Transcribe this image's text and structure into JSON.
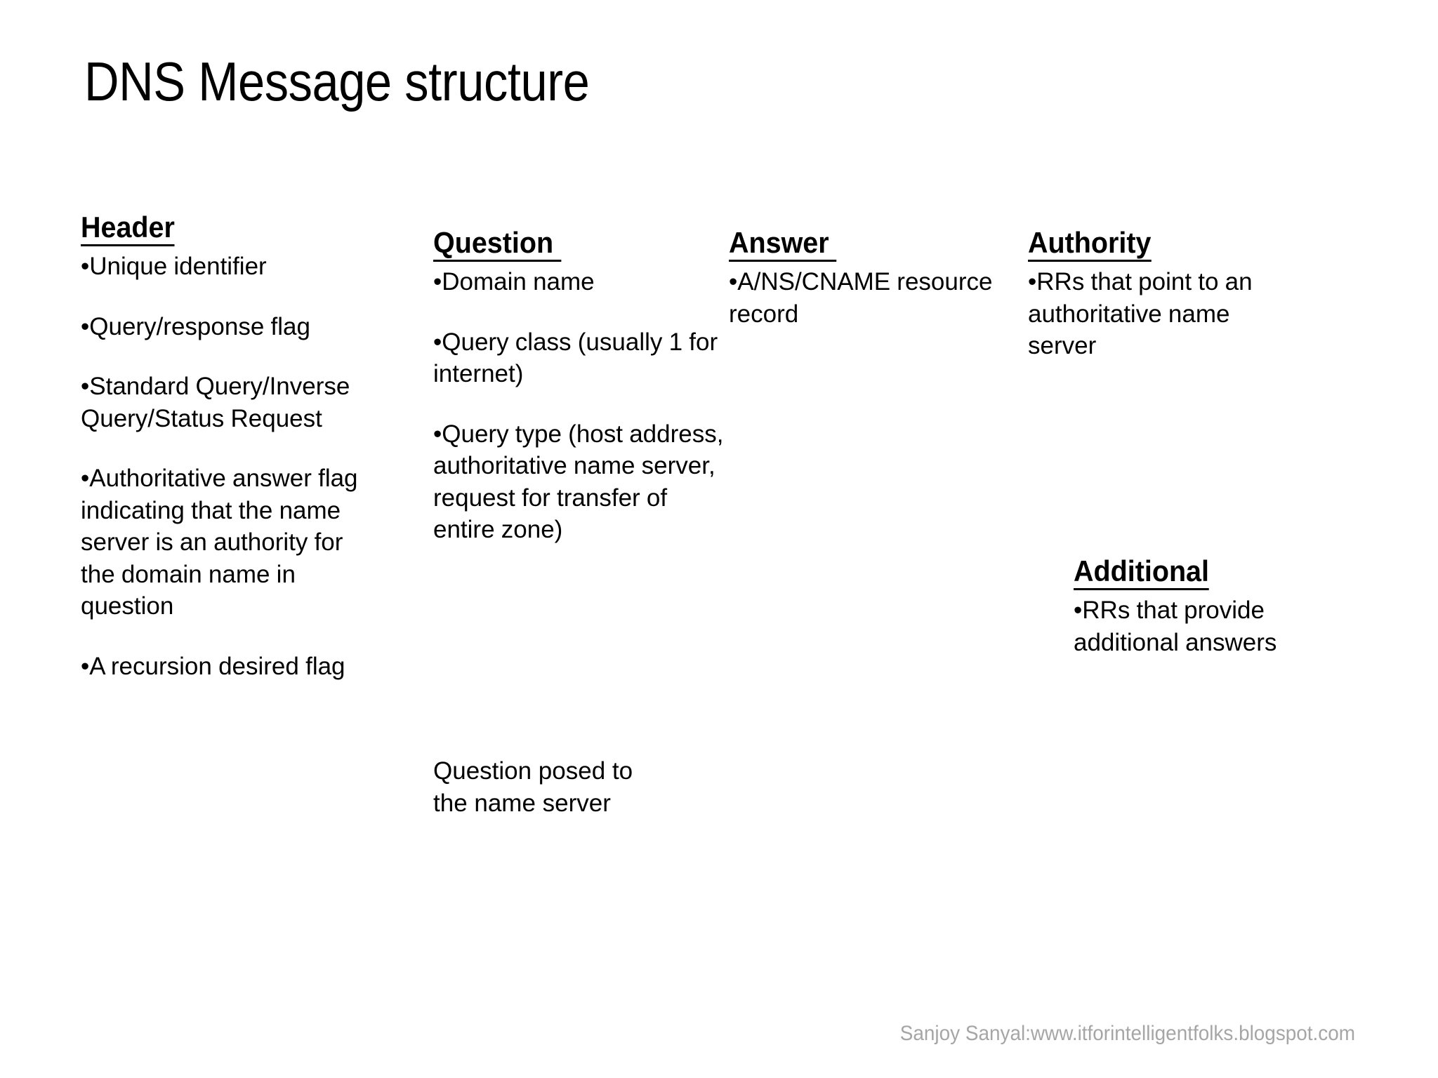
{
  "slide": {
    "title": "DNS Message structure",
    "background_color": "#ffffff",
    "text_color": "#000000",
    "footer_color": "#a6a6a6"
  },
  "sections": {
    "header": {
      "heading": "Header",
      "bullet_glyph": "•",
      "items": [
        "Unique identifier",
        "Query/response flag",
        "Standard Query/Inverse Query/Status Request",
        "Authoritative answer flag  indicating that the name server is an authority for the domain name in question",
        "A recursion desired flag"
      ]
    },
    "question": {
      "heading": "Question ",
      "bullet_glyph": "•",
      "items": [
        "Domain name",
        "Query class (usually 1 for internet)",
        "Query type (host address, authoritative name server, request for transfer of entire zone)"
      ],
      "note_line_1": "Question posed to",
      "note_line_2": "the name server"
    },
    "answer": {
      "heading": "Answer ",
      "bullet_glyph": "•",
      "items": [
        "A/NS/CNAME resource record"
      ]
    },
    "authority": {
      "heading": "Authority",
      "bullet_glyph": "•",
      "items": [
        "RRs that point to an authoritative name server"
      ]
    },
    "additional": {
      "heading": "Additional",
      "bullet_glyph": "•",
      "items": [
        "RRs that provide additional answers"
      ]
    }
  },
  "footer": {
    "credit": "Sanjoy Sanyal:www.itforintelligentfolks.blogspot.com"
  }
}
